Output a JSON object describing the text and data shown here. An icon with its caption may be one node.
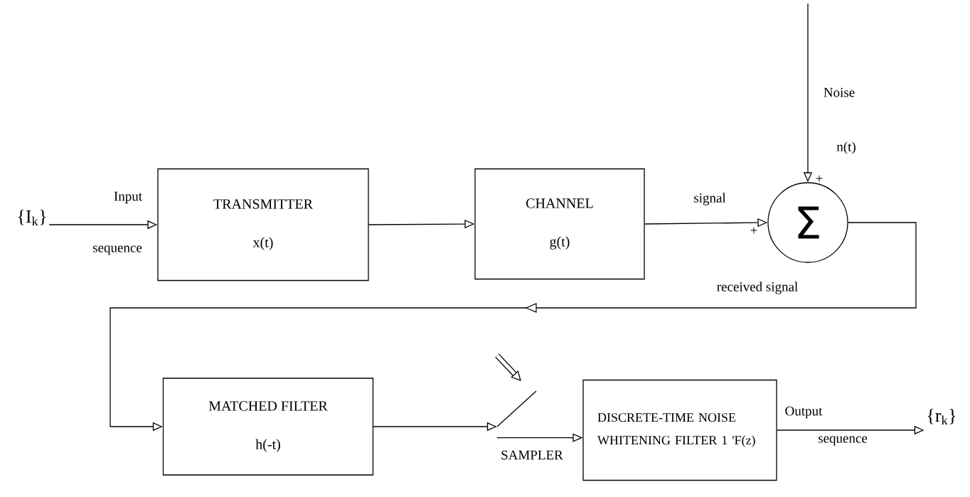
{
  "diagram": {
    "nodes": [
      {
        "text": [
          "{I$_{k}$}"
        ]
      },
      {
        "text": [
          "TRANSMITTER",
          "x(t)"
        ]
      },
      {
        "text": [
          "CHANNEL",
          "g(t)"
        ]
      },
      {
        "text": [
          "Σ"
        ]
      },
      {
        "text": [
          "MATCHED  FILTER",
          "h(-t)"
        ]
      },
      {
        "text": [],
        "shape": "switch"
      },
      {
        "text": [
          "DISCRETE-TIME NOISE WHITENING FILTER 1 'F(z)"
        ]
      },
      {
        "text": [
          "{r$_{k}$}"
        ]
      }
    ],
    "edges": [
      {
        "from": 0,
        "to": 1,
        "arrow": "to"
      },
      {
        "from": 1,
        "to": 2,
        "arrow": "to"
      },
      {
        "from": 2,
        "to": 3,
        "arrow": "to",
        "label": "signal"
      },
      {
        "from": null,
        "to": 3,
        "arrow": "to",
        "label": "Noise"
      },
      {
        "from": 3,
        "to": 4,
        "arrow": "to",
        "label": "received signal"
      },
      {
        "from": 4,
        "to": 5,
        "arrow": "to"
      },
      {
        "from": 5,
        "to": 6,
        "arrow": "to"
      },
      {
        "from": 6,
        "to": 7,
        "arrow": "to"
      }
    ],
    "labels": [
      "Input",
      "sequence",
      "n(t)",
      "+",
      "+",
      "SAMPLER",
      "Output",
      "sequence"
    ]
  }
}
